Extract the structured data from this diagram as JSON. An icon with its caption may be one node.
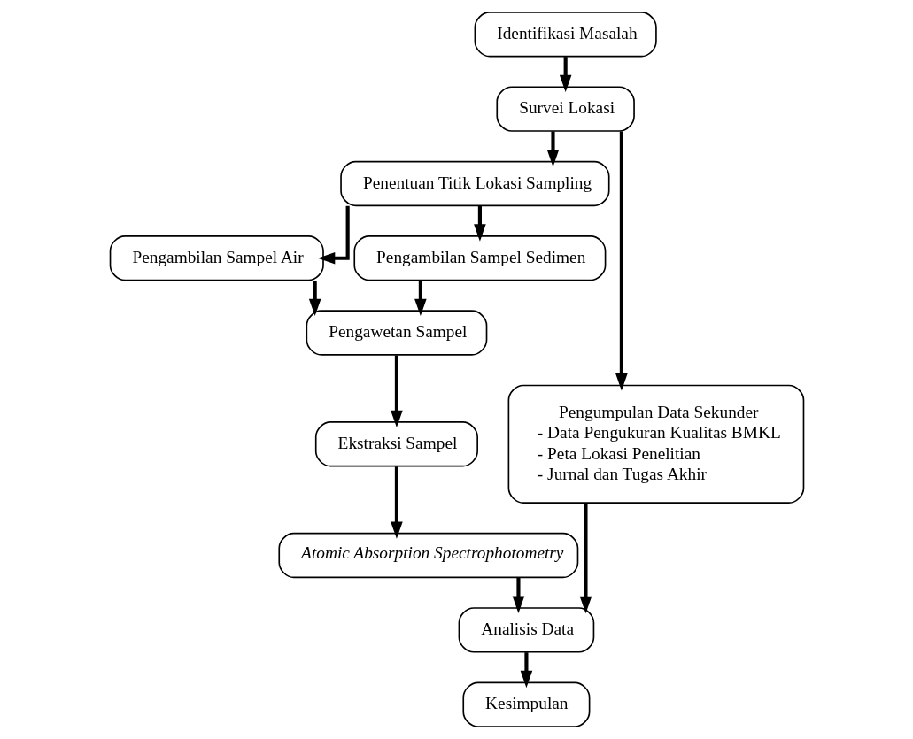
{
  "diagram": {
    "nodes": [
      {
        "text": [
          "Identifikasi Masalah"
        ]
      },
      {
        "text": [
          "Survei Lokasi"
        ]
      },
      {
        "text": [
          "Penentuan Titik Lokasi Sampling"
        ]
      },
      {
        "text": [
          "Pengambilan Sampel Air"
        ]
      },
      {
        "text": [
          "Pengambilan Sampel Sedimen"
        ]
      },
      {
        "text": [
          "Pengumpulan Data Sekunder",
          "- Data Pengukuran Kualitas BMKL",
          "- Peta Lokasi Penelitian",
          "- Jurnal dan Tugas Akhir"
        ]
      },
      {
        "text": [
          "Pengawetan Sampel"
        ]
      },
      {
        "text": [
          "Ekstraksi Sampel"
        ]
      },
      {
        "text": [
          "Atomic Absorption Spectrophotometry"
        ]
      },
      {
        "text": [
          "Analisis Data"
        ]
      },
      {
        "text": [
          "Kesimpulan"
        ]
      }
    ],
    "edges": [
      {
        "from": 0,
        "to": 1,
        "arrow": "to"
      },
      {
        "from": 1,
        "to": 2,
        "arrow": "to"
      },
      {
        "from": 1,
        "to": 5,
        "arrow": "to"
      },
      {
        "from": 2,
        "to": 3,
        "arrow": "to"
      },
      {
        "from": 2,
        "to": 4,
        "arrow": "to"
      },
      {
        "from": 3,
        "to": 6,
        "arrow": "to"
      },
      {
        "from": 4,
        "to": 6,
        "arrow": "to"
      },
      {
        "from": 6,
        "to": 7,
        "arrow": "to"
      },
      {
        "from": 7,
        "to": 8,
        "arrow": "to"
      },
      {
        "from": 8,
        "to": 9,
        "arrow": "to"
      },
      {
        "from": 5,
        "to": 9,
        "arrow": "to"
      },
      {
        "from": 9,
        "to": 10,
        "arrow": "to"
      }
    ]
  }
}
